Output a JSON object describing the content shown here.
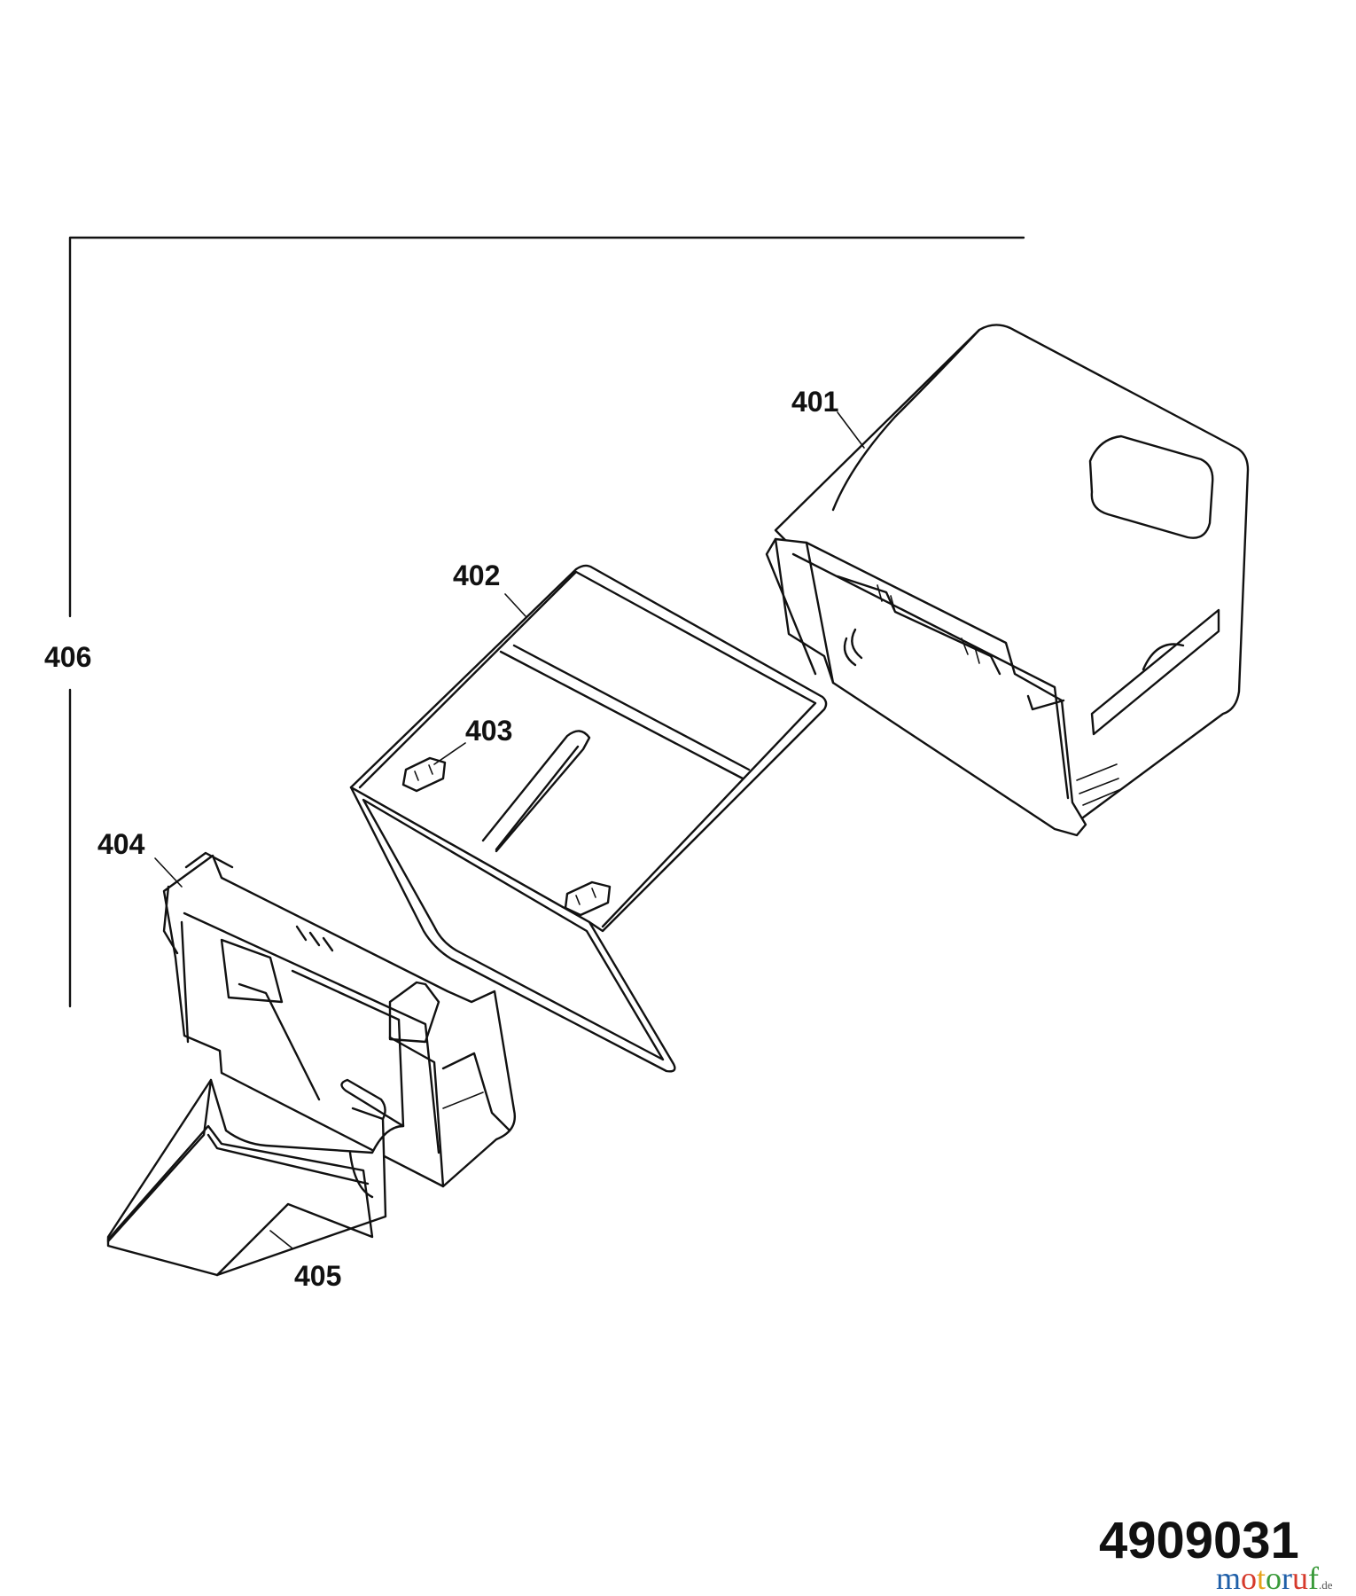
{
  "labels": {
    "p401": "401",
    "p402": "402",
    "p403": "403",
    "p404": "404",
    "p405": "405",
    "p406": "406"
  },
  "drawing_number": "4909031",
  "watermark": {
    "letters": [
      {
        "ch": "m",
        "color": "#1f5fa8"
      },
      {
        "ch": "o",
        "color": "#d63a2c"
      },
      {
        "ch": "t",
        "color": "#e6a21a"
      },
      {
        "ch": "o",
        "color": "#3a9a3a"
      },
      {
        "ch": "r",
        "color": "#1f5fa8"
      },
      {
        "ch": "u",
        "color": "#d63a2c"
      },
      {
        "ch": "f",
        "color": "#3a9a3a"
      }
    ],
    "suffix": ".de",
    "suffix_color": "#555555"
  },
  "colors": {
    "line": "#111111",
    "background": "#ffffff"
  }
}
